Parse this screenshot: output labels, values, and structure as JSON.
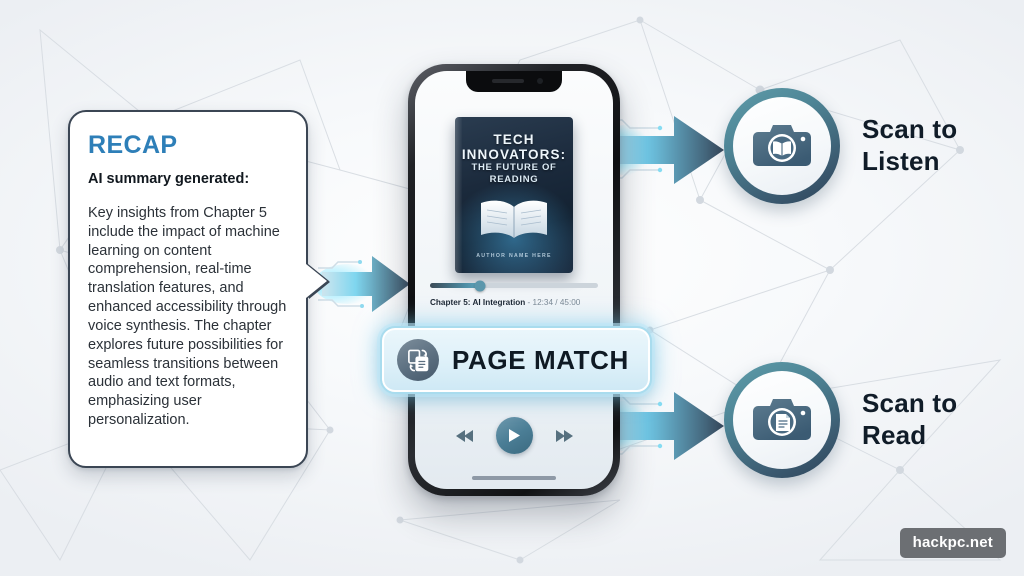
{
  "recap": {
    "title": "RECAP",
    "subtitle": "AI summary generated:",
    "body": "Key insights from Chapter 5 include the impact of machine learning on content comprehension, real-time translation features, and enhanced accessibility through voice synthesis. The chapter explores future possibilities for seamless transitions between audio and text formats, emphasizing user personalization."
  },
  "phone": {
    "book": {
      "title_line1": "TECH",
      "title_line2": "INNOVATORS:",
      "subtitle_line1": "THE FUTURE OF",
      "subtitle_line2": "READING",
      "author": "AUTHOR NAME HERE"
    },
    "player": {
      "chapter": "Chapter 5: AI Integration",
      "separator": " - ",
      "elapsed": "12:34",
      "time_divider": " / ",
      "duration": "45:00",
      "progress_percent": 30,
      "rewind_label": "Rewind",
      "play_label": "Play",
      "forward_label": "Fast forward"
    }
  },
  "page_match": {
    "label": "PAGE MATCH",
    "icon": "document-sync-icon"
  },
  "scan_actions": [
    {
      "id": "scan-to-listen",
      "label": "Scan to\nListen",
      "icon": "camera-book-icon"
    },
    {
      "id": "scan-to-read",
      "label": "Scan to\nRead",
      "icon": "camera-document-icon"
    }
  ],
  "watermark": {
    "text": "hackpc.net"
  },
  "colors": {
    "recap_accent": "#2e7fb8",
    "ring_gradient_start": "#5f9daa",
    "ring_gradient_end": "#2c4258",
    "arrow_glow": "#4fd2f5",
    "badge_bg": "#dff1f9"
  }
}
